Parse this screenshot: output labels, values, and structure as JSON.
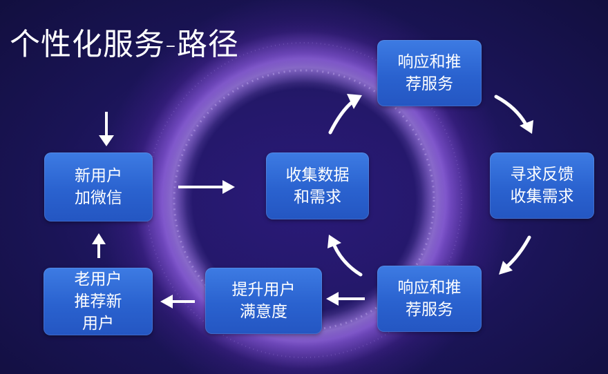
{
  "title": "个性化服务-路径",
  "nodes": {
    "new_user": [
      "新用户",
      "加微信"
    ],
    "collect": [
      "收集数据",
      "和需求"
    ],
    "respond_top": [
      "响应和推",
      "荐服务"
    ],
    "feedback": [
      "寻求反馈",
      "收集需求"
    ],
    "respond_bottom": [
      "响应和推",
      "荐服务"
    ],
    "satisfaction": [
      "提升用户",
      "满意度"
    ],
    "old_user": [
      "老用户",
      "推荐新",
      "用户"
    ]
  },
  "colors": {
    "box": "#2a62cf",
    "arrow": "#ffffff",
    "text": "#ffffff"
  }
}
